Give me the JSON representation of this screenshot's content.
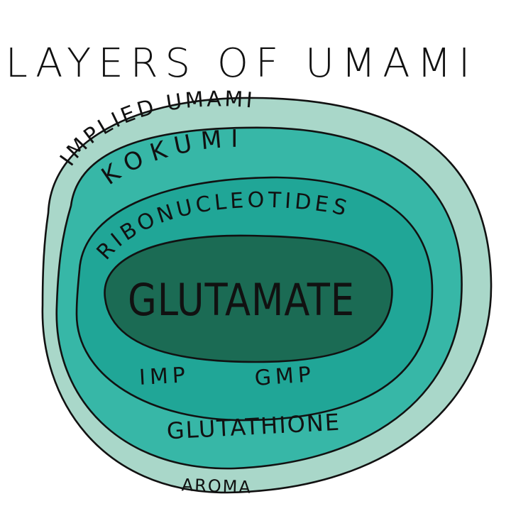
{
  "title": "LAYERS OF UMAMI",
  "layers": [
    {
      "label": "IMPLIED UMAMI",
      "color": "#a9d7c9"
    },
    {
      "label": "KOKUMI",
      "color": "#37b7a7"
    },
    {
      "label": "RIBONUCLEOTIDES",
      "color": "#20a697"
    },
    {
      "label": "GLUTAMATE",
      "color": "#1b6b54"
    }
  ],
  "ribonucleotides": {
    "items": [
      "IMP",
      "GMP"
    ]
  },
  "kokumi": {
    "items": [
      "GLUTATHIONE"
    ]
  },
  "implied_umami": {
    "items": [
      "AROMA"
    ]
  },
  "colors": {
    "outline": "#111111",
    "background": "#ffffff"
  }
}
